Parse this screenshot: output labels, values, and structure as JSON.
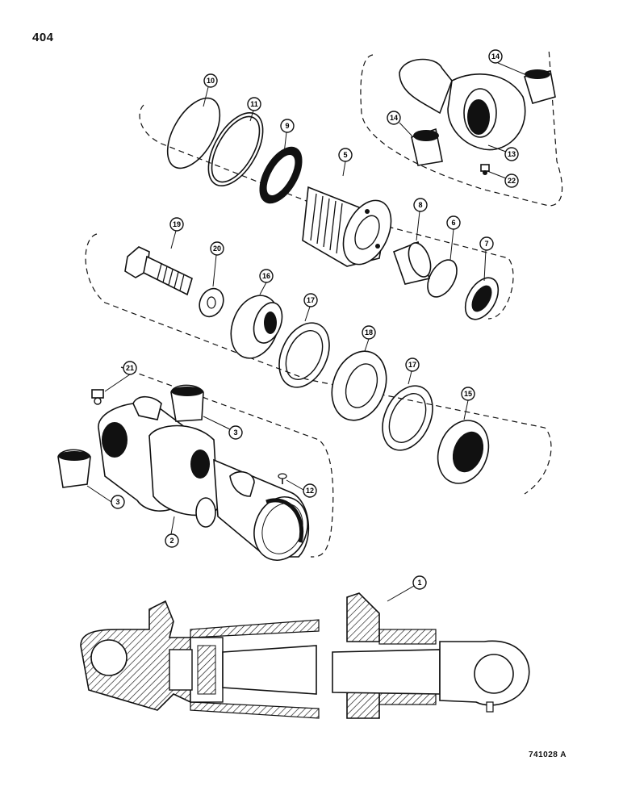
{
  "page_number": "404",
  "figure_code": "741028 A",
  "callouts": {
    "c1": "1",
    "c2": "2",
    "c3a": "3",
    "c3b": "3",
    "c5": "5",
    "c6": "6",
    "c7": "7",
    "c8": "8",
    "c9": "9",
    "c10": "10",
    "c11": "11",
    "c12": "12",
    "c13": "13",
    "c14a": "14",
    "c14b": "14",
    "c15": "15",
    "c16": "16",
    "c17a": "17",
    "c17b": "17",
    "c18": "18",
    "c19": "19",
    "c20": "20",
    "c21": "21",
    "c22": "22"
  }
}
